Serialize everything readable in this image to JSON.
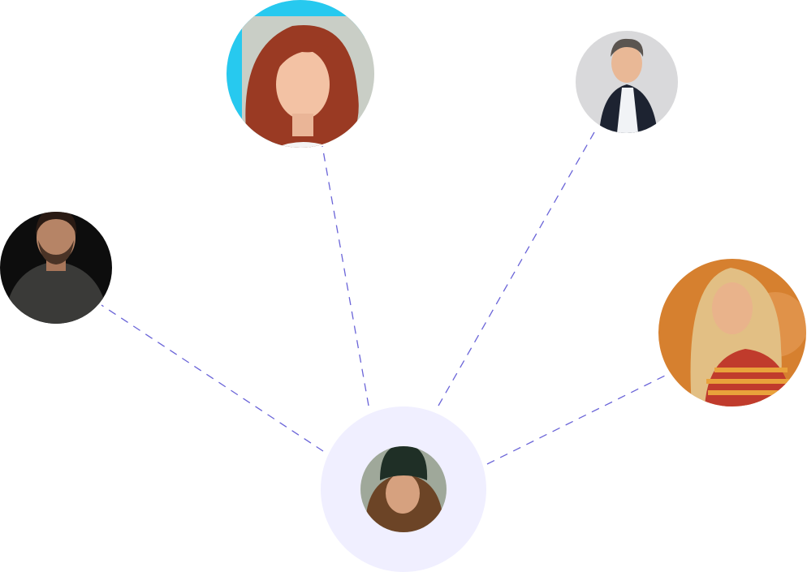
{
  "nodes": [
    {
      "id": "woman-red-hair",
      "role": "contact",
      "portrait": "woman-red-hair-avatar",
      "bg": "#27c9ef",
      "skin": "#f3c2a4",
      "hair": "#9a3a23",
      "shirt": "#f4f4f4",
      "interactable": true
    },
    {
      "id": "man-suit",
      "role": "contact",
      "portrait": "man-in-suit-avatar",
      "bg": "#d9d9db",
      "skin": "#e9b896",
      "hair": "#5b5550",
      "shirt": "#1d2331",
      "interactable": true
    },
    {
      "id": "man-sweater",
      "role": "contact",
      "portrait": "man-in-sweater-avatar",
      "bg": "#0d0d0d",
      "skin": "#b68466",
      "hair": "#2a1b14",
      "shirt": "#3a3a38",
      "interactable": true
    },
    {
      "id": "woman-blonde",
      "role": "contact",
      "portrait": "woman-blonde-hair-avatar",
      "bg": "#d6802f",
      "skin": "#e9b38b",
      "hair": "#e2bf84",
      "shirt": "#c03b2c",
      "interactable": true
    },
    {
      "id": "center-user",
      "role": "center",
      "portrait": "woman-in-beanie-avatar",
      "bg": "#9fa89a",
      "skin": "#d6a17f",
      "hair": "#6c4426",
      "shirt": "#2f3a30",
      "hat": "#1f2f26",
      "interactable": true
    }
  ],
  "connections": [
    {
      "from": "center-user",
      "to": "man-sweater"
    },
    {
      "from": "center-user",
      "to": "woman-red-hair"
    },
    {
      "from": "center-user",
      "to": "man-suit"
    },
    {
      "from": "center-user",
      "to": "woman-blonde"
    }
  ],
  "colors": {
    "connector": "#6a64d8",
    "center_halo": "#f0efff",
    "background": "#ffffff"
  }
}
